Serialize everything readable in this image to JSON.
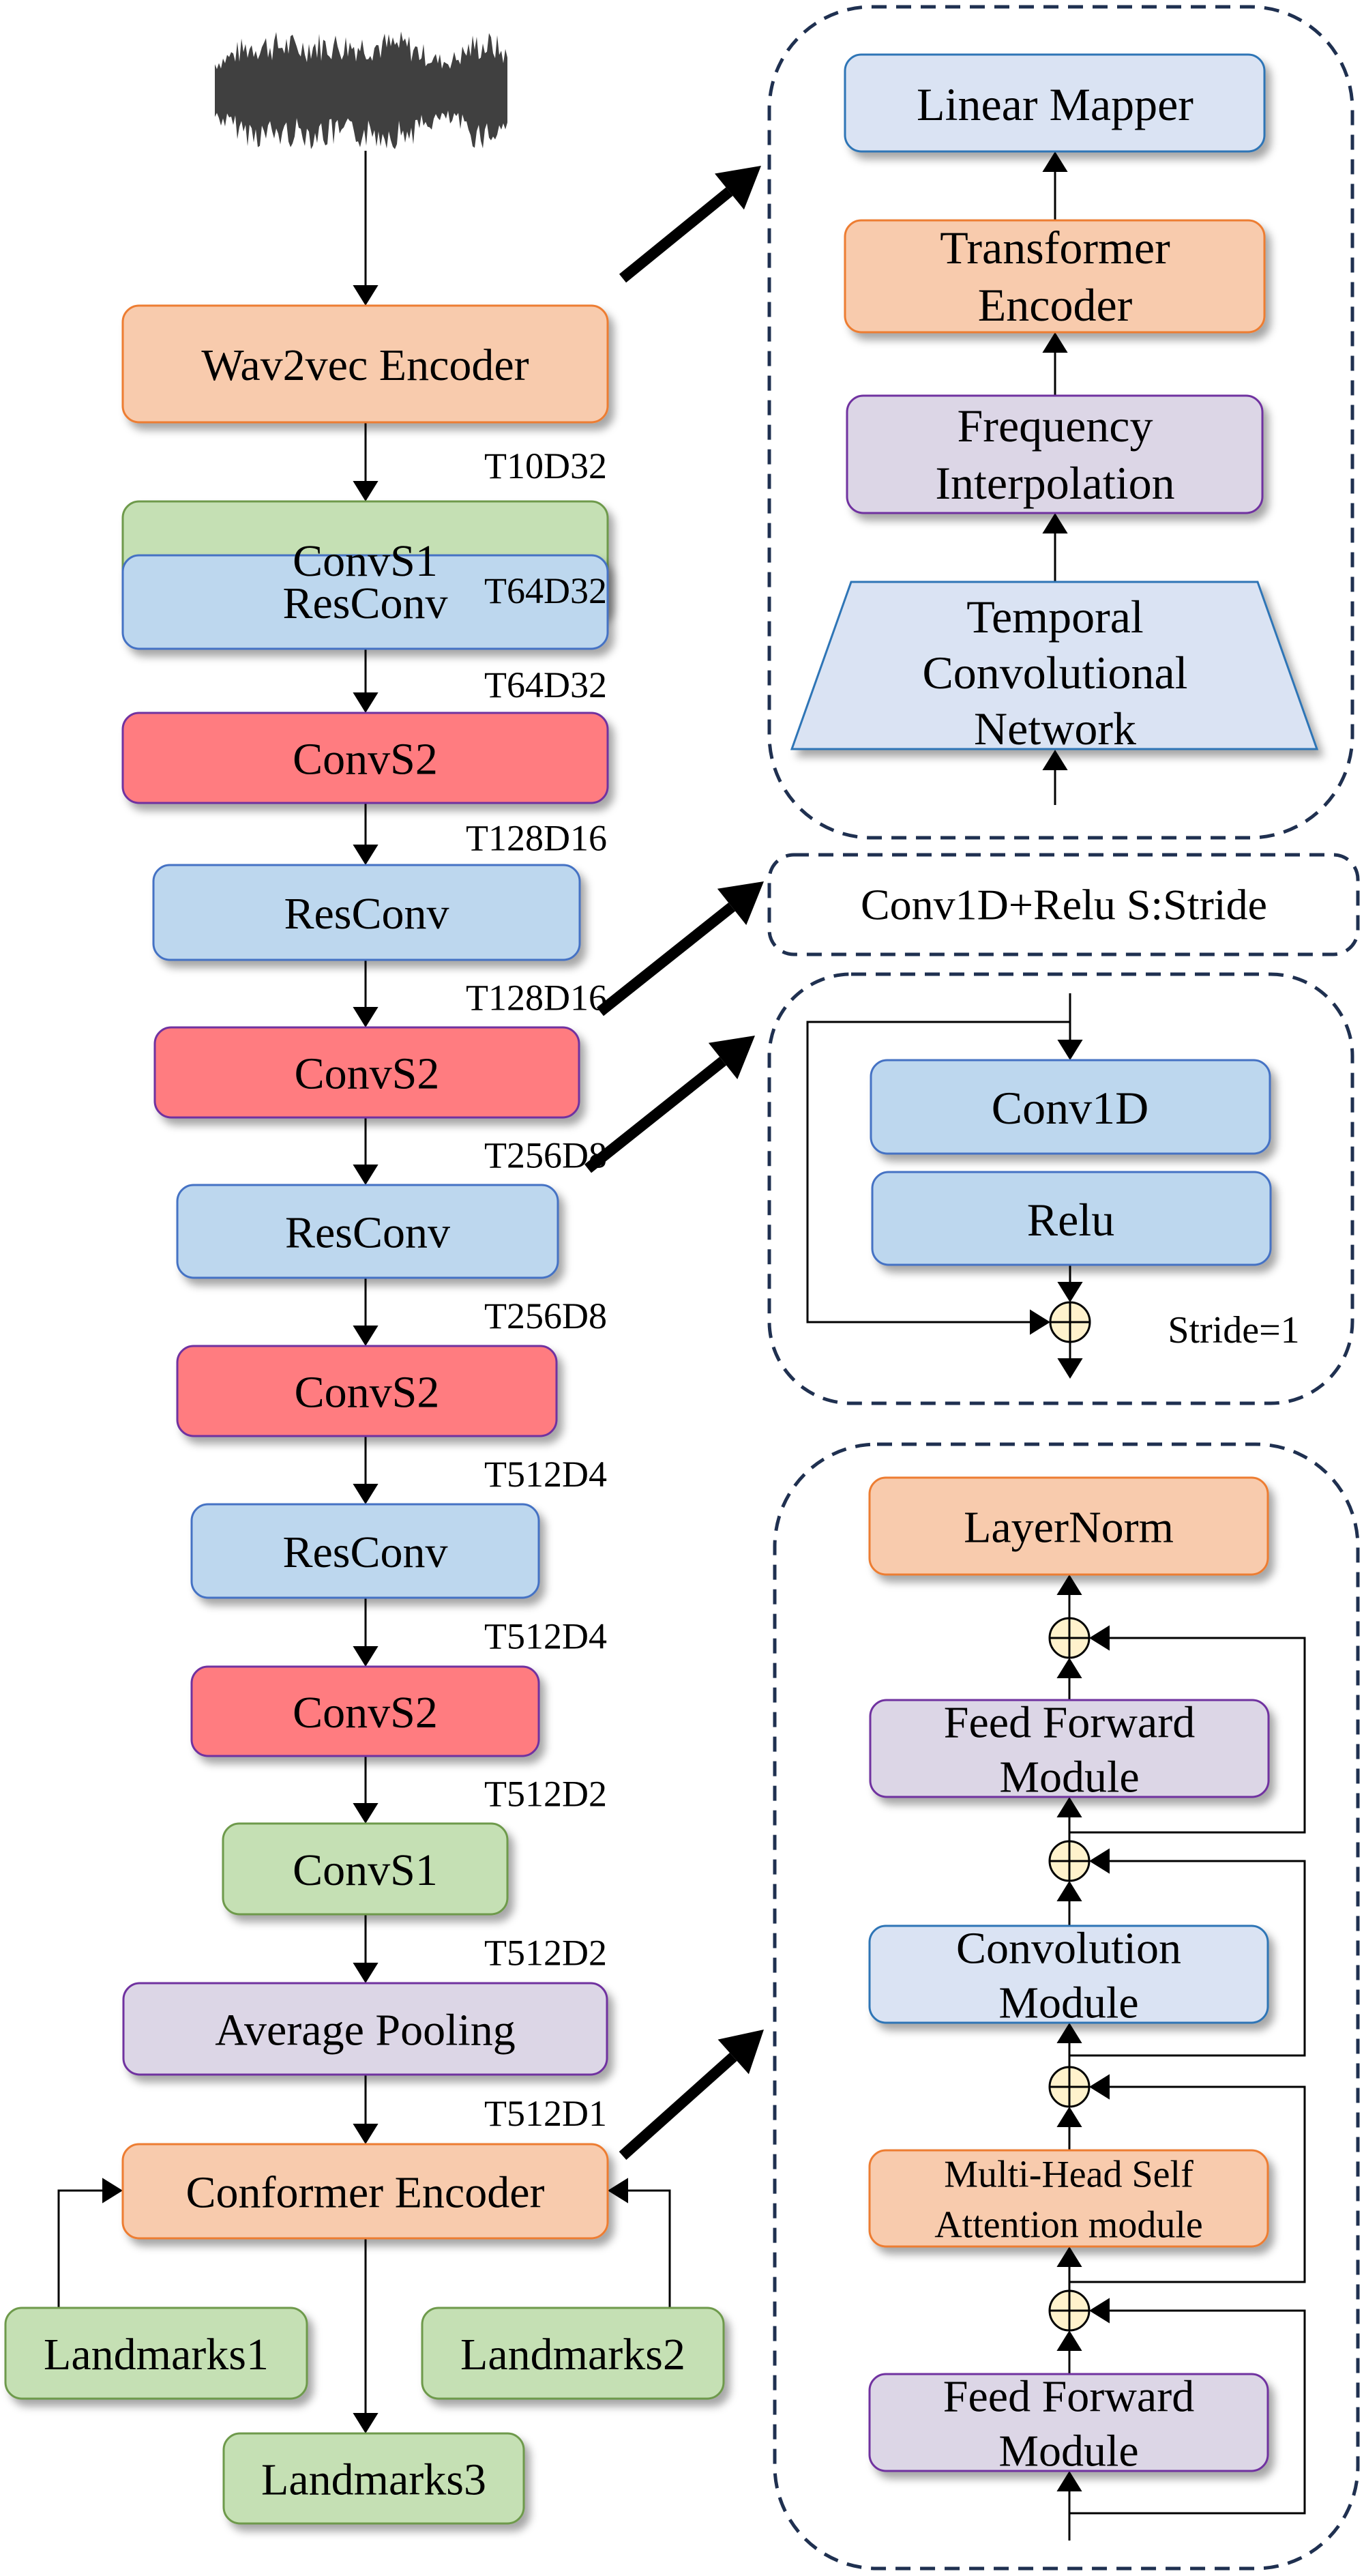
{
  "figure": {
    "input": {
      "name": "audio-waveform",
      "icon": "waveform-icon"
    },
    "encoder_pipeline": [
      {
        "id": "wav2vec",
        "label": "Wav2vec Encoder",
        "type": "encoder",
        "output_shape": "T10D32"
      },
      {
        "id": "convs1-a",
        "label": "ConvS1",
        "type": "conv-s1",
        "output_shape": "T64D32"
      },
      {
        "id": "resconv-a",
        "label": "ResConv",
        "type": "resconv",
        "output_shape": "T64D32"
      },
      {
        "id": "convs2-a",
        "label": "ConvS2",
        "type": "conv-s2",
        "output_shape": "T128D16"
      },
      {
        "id": "resconv-b",
        "label": "ResConv",
        "type": "resconv",
        "output_shape": "T128D16"
      },
      {
        "id": "convs2-b",
        "label": "ConvS2",
        "type": "conv-s2",
        "output_shape": "T256D8"
      },
      {
        "id": "resconv-c",
        "label": "ResConv",
        "type": "resconv",
        "output_shape": "T256D8"
      },
      {
        "id": "convs2-c",
        "label": "ConvS2",
        "type": "conv-s2",
        "output_shape": "T512D4"
      },
      {
        "id": "resconv-d",
        "label": "ResConv",
        "type": "resconv",
        "output_shape": "T512D4"
      },
      {
        "id": "convs2-d",
        "label": "ConvS2",
        "type": "conv-s2",
        "output_shape": "T512D2"
      },
      {
        "id": "convs1-b",
        "label": "ConvS1",
        "type": "conv-s1",
        "output_shape": "T512D2"
      },
      {
        "id": "avgpool",
        "label": "Average Pooling",
        "type": "pooling",
        "output_shape": "T512D1"
      },
      {
        "id": "conformer",
        "label": "Conformer Encoder",
        "type": "encoder",
        "output_shape": ""
      }
    ],
    "landmarks": [
      {
        "id": "landmarks1",
        "label": "Landmarks1",
        "role": "input-to-conformer"
      },
      {
        "id": "landmarks2",
        "label": "Landmarks2",
        "role": "input-to-conformer"
      },
      {
        "id": "landmarks3",
        "label": "Landmarks3",
        "role": "output"
      }
    ],
    "wav2vec_detail": {
      "title": "wav2vec-detail-panel",
      "blocks_bottom_to_top": [
        {
          "id": "tcn",
          "lines": [
            "Temporal",
            "Convolutional",
            "Network"
          ],
          "shape": "trapezoid"
        },
        {
          "id": "freq-interp",
          "lines": [
            "Frequency",
            "Interpolation"
          ]
        },
        {
          "id": "transformer",
          "lines": [
            "Transformer",
            "Encoder"
          ]
        },
        {
          "id": "linear-mapper",
          "lines": [
            "Linear Mapper"
          ]
        }
      ]
    },
    "legend": {
      "text": "Conv1D+Relu  S:Stride"
    },
    "resconv_detail": {
      "blocks": [
        {
          "id": "conv1d",
          "label": "Conv1D"
        },
        {
          "id": "relu",
          "label": "Relu"
        }
      ],
      "note": "Stride=1"
    },
    "conformer_detail": {
      "blocks_bottom_to_top": [
        {
          "id": "ffm-1",
          "lines": [
            "Feed Forward",
            "Module"
          ],
          "type": "ffn"
        },
        {
          "id": "mhsa",
          "lines": [
            "Multi-Head Self",
            "Attention module"
          ],
          "type": "attention"
        },
        {
          "id": "conv-module",
          "lines": [
            "Convolution",
            "Module"
          ],
          "type": "conv"
        },
        {
          "id": "ffm-2",
          "lines": [
            "Feed Forward",
            "Module"
          ],
          "type": "ffn"
        },
        {
          "id": "layernorm",
          "lines": [
            "LayerNorm"
          ],
          "type": "norm"
        }
      ]
    },
    "colors": {
      "encoder_fill": "#f8cbad",
      "encoder_stroke": "#ed7d31",
      "conv_s1_fill": "#c5e0b4",
      "conv_s1_stroke": "#6e9a4c",
      "resconv_fill": "#bdd7ee",
      "resconv_stroke": "#4472c4",
      "conv_s2_fill": "#ff7c80",
      "conv_s2_stroke": "#7030a0",
      "pool_fill": "#dcd6e6",
      "pool_stroke": "#7030a0",
      "light_blue_fill": "#dae3f3",
      "light_blue_stroke": "#2e75b6",
      "sum_fill": "#fff2cc",
      "dashed_border": "#1f3050",
      "waveform": "#404040"
    }
  }
}
